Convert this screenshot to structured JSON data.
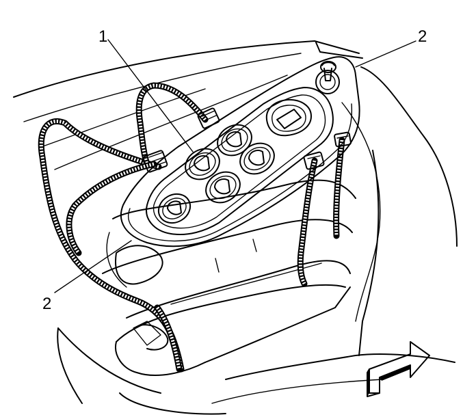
{
  "callouts": {
    "switch_assembly": "1",
    "fastener_upper": "2",
    "fastener_lower": "2"
  }
}
